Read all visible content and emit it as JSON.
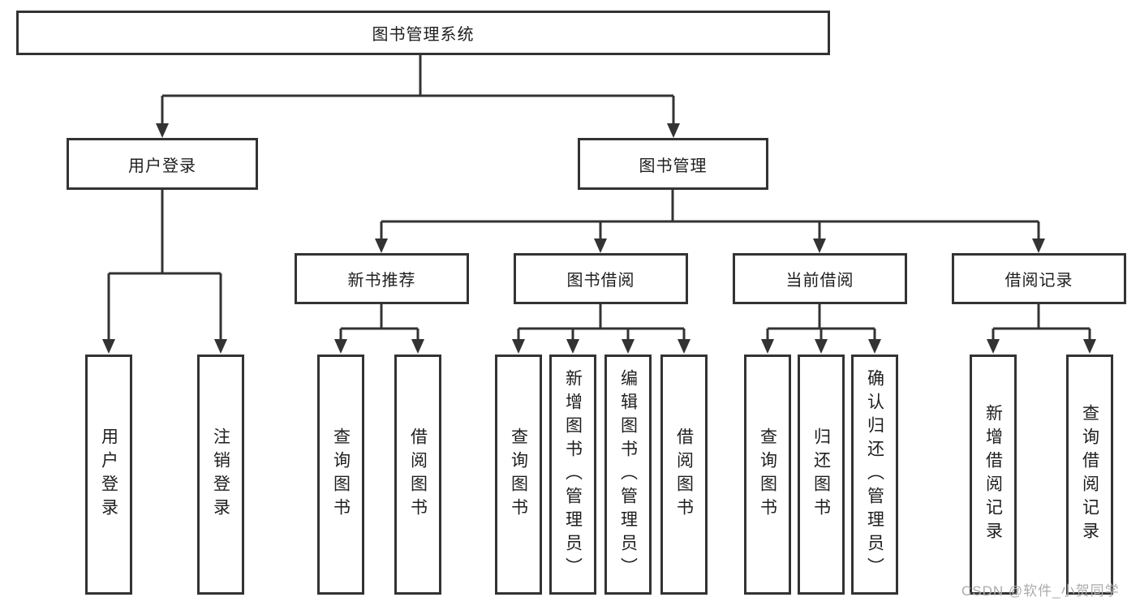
{
  "diagram": {
    "title": "图书管理系统",
    "level2": {
      "user_login": "用户登录",
      "book_management": "图书管理"
    },
    "level3": {
      "new_book": "新书推荐",
      "book_borrow": "图书借阅",
      "current_borrow": "当前借阅",
      "borrow_record": "借阅记录"
    },
    "leaves": {
      "user_login": [
        "用户登录",
        "注销登录"
      ],
      "new_book": [
        "查询图书",
        "借阅图书"
      ],
      "book_borrow": [
        "查询图书",
        "新增图书（管理员）",
        "编辑图书（管理员）",
        "借阅图书"
      ],
      "current_borrow": [
        "查询图书",
        "归还图书",
        "确认归还（管理员）"
      ],
      "borrow_record": [
        "新增借阅记录",
        "查询借阅记录"
      ]
    }
  },
  "watermark": {
    "text": "CSDN @软件_小贺同学"
  },
  "colors": {
    "line": "#333333",
    "text": "#1e1e1e",
    "watermark": "#ababab",
    "background": "#ffffff"
  }
}
